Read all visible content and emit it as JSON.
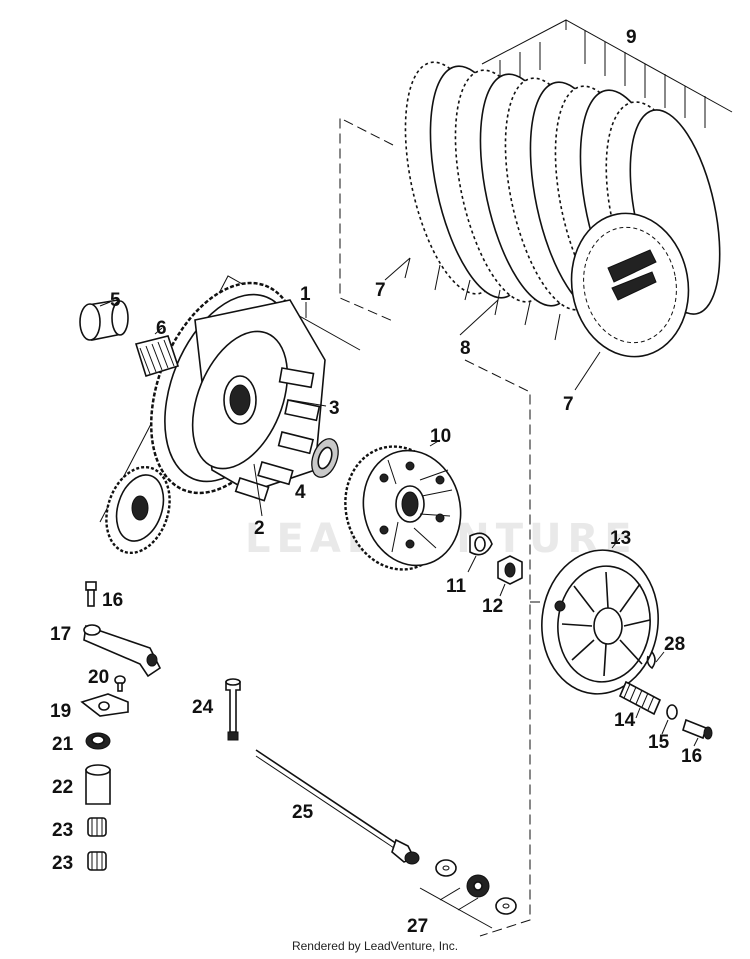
{
  "watermark": "LEADVENTURE",
  "footer": "Rendered by LeadVenture, Inc.",
  "callouts": {
    "c1": "1",
    "c2": "2",
    "c3": "3",
    "c4": "4",
    "c5": "5",
    "c6": "6",
    "c7a": "7",
    "c7b": "7",
    "c8": "8",
    "c9": "9",
    "c10": "10",
    "c11": "11",
    "c12": "12",
    "c13": "13",
    "c14": "14",
    "c15": "15",
    "c16a": "16",
    "c16b": "16",
    "c17": "17",
    "c19": "19",
    "c20": "20",
    "c21": "21",
    "c22": "22",
    "c23a": "23",
    "c23b": "23",
    "c24": "24",
    "c25": "25",
    "c27": "27",
    "c28": "28"
  }
}
